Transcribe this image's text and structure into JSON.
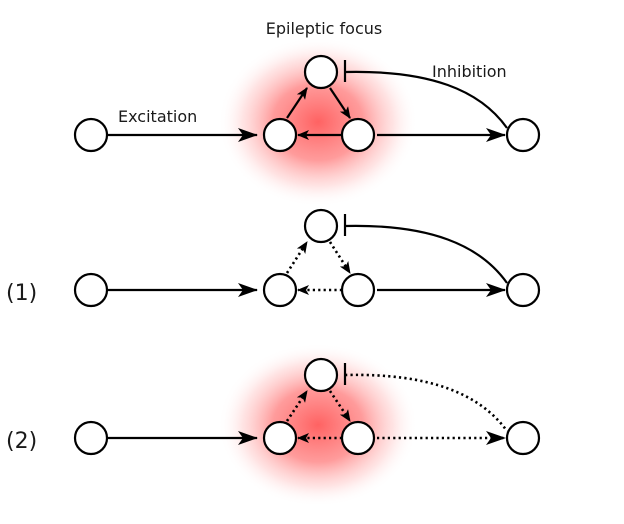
{
  "labels": {
    "focus": "Epileptic focus",
    "excitation": "Excitation",
    "inhibition": "Inhibition",
    "scenario1": "(1)",
    "scenario2": "(2)"
  },
  "colors": {
    "glow": "#ff5a5a",
    "node_fill": "#ffffff",
    "stroke": "#000000"
  }
}
